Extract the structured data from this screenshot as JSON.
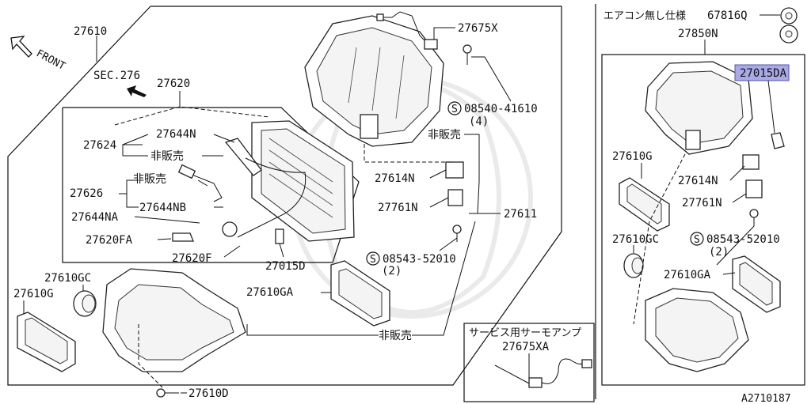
{
  "labels": {
    "p27610": "27610",
    "front": "FRONT",
    "sec276": "SEC.276",
    "p27620": "27620",
    "p27675x": "27675X",
    "bolt08540": "08540-41610",
    "bolt08540_qty": "(4)",
    "not_for_sale_1": "非販売",
    "p27644n": "27644N",
    "p27624": "27624",
    "not_for_sale_2": "非販売",
    "not_for_sale_3": "非販売",
    "p27626": "27626",
    "p27644na": "27644NA",
    "p27644nb": "27644NB",
    "p27620fa": "27620FA",
    "p27620f": "27620F",
    "p27015d": "27015D",
    "p27614n": "27614N",
    "p27761n": "27761N",
    "p27611": "27611",
    "bolt08543": "08543-52010",
    "bolt08543_qty": "(2)",
    "p27610gc": "27610GC",
    "p27610g": "27610G",
    "p27610ga": "27610GA",
    "not_for_sale_4": "非販売",
    "p27610d": "27610D",
    "service_title": "サービス用サーモアンプ",
    "p27675xa": "27675XA",
    "no_ac_spec": "エアコン無し仕様",
    "p67816q": "67816Q",
    "p27850n": "27850N",
    "p27015da": "27015DA",
    "r_27610g": "27610G",
    "r_27614n": "27614N",
    "r_27761n": "27761N",
    "r_27610gc": "27610GC",
    "r_bolt08543": "08543-52010",
    "r_bolt08543_qty": "(2)",
    "r_27610ga": "27610GA",
    "s_mark": "S",
    "ref_code": "A2710187"
  },
  "colors": {
    "highlight": "#a9a9e6",
    "line": "#111111",
    "background": "#ffffff"
  }
}
